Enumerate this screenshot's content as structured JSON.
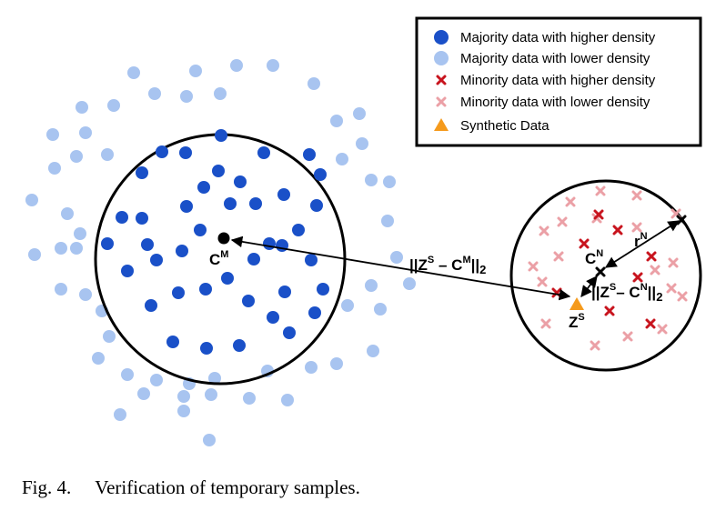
{
  "legend": {
    "items": [
      {
        "label": "Majority data with higher density",
        "marker": "dot",
        "color": "#1a50c8"
      },
      {
        "label": "Majority data with lower density",
        "marker": "dot",
        "color": "#a8c4f0"
      },
      {
        "label": "Minority data with higher density",
        "marker": "cross",
        "color": "#c8141e"
      },
      {
        "label": "Minority data with lower density",
        "marker": "cross",
        "color": "#eba0a6"
      },
      {
        "label": "Synthetic Data",
        "marker": "triangle",
        "color": "#f59a1c"
      }
    ]
  },
  "labels": {
    "cm_main": "C",
    "cm_sup": "M",
    "cn_main": "C",
    "cn_sup": "N",
    "zs_main": "Z",
    "zs_sup": "S",
    "rn_main": "r",
    "rn_sup": "N"
  },
  "distance_major": {
    "open": "||Z",
    "sup1": "S",
    "mid": " – C",
    "sup2": "M",
    "close": "||",
    "sub": "2"
  },
  "distance_minor": {
    "open": "||Z",
    "sup1": "S",
    "mid": "– C",
    "sup2": "N",
    "close": "||",
    "sub": "2"
  },
  "caption": {
    "fig": "Fig. 4.",
    "text": "Verification of temporary samples."
  }
}
